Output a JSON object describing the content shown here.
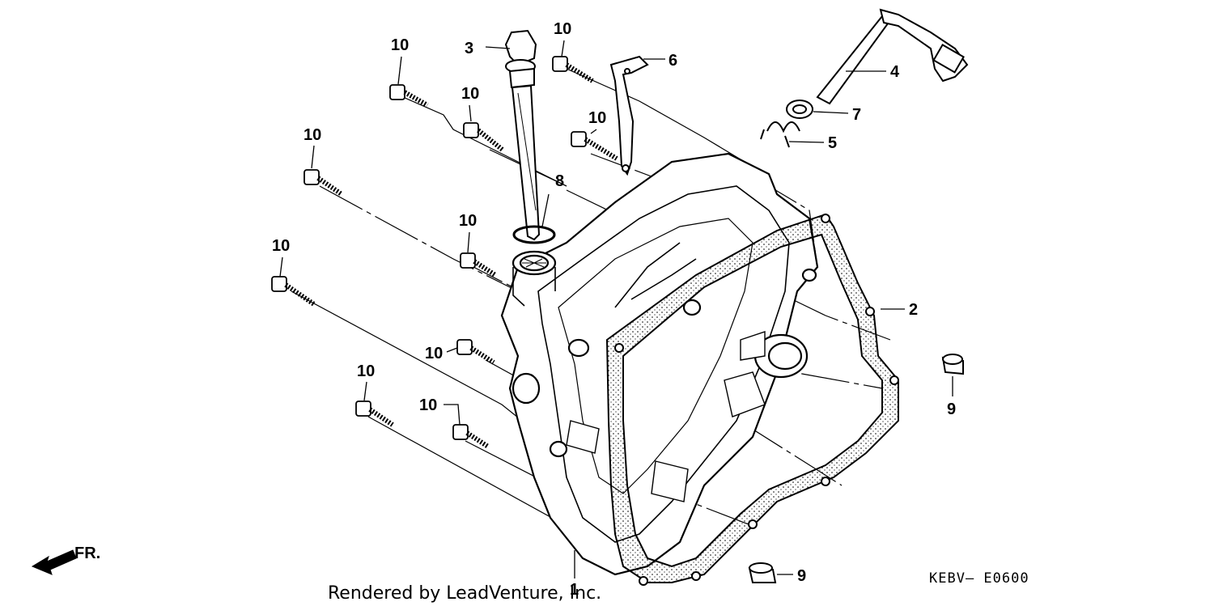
{
  "diagram": {
    "parts": [
      {
        "id": "p1",
        "label": "1"
      },
      {
        "id": "p2",
        "label": "2"
      },
      {
        "id": "p3",
        "label": "3"
      },
      {
        "id": "p4",
        "label": "4"
      },
      {
        "id": "p5",
        "label": "5"
      },
      {
        "id": "p6",
        "label": "6"
      },
      {
        "id": "p7",
        "label": "7"
      },
      {
        "id": "p8",
        "label": "8"
      },
      {
        "id": "p9a",
        "label": "9"
      },
      {
        "id": "p9b",
        "label": "9"
      }
    ],
    "bolt_label": "10",
    "direction_label": "FR.",
    "footer_text": "Rendered by LeadVenture, Inc.",
    "diagram_code": "KEBV— E0600"
  }
}
